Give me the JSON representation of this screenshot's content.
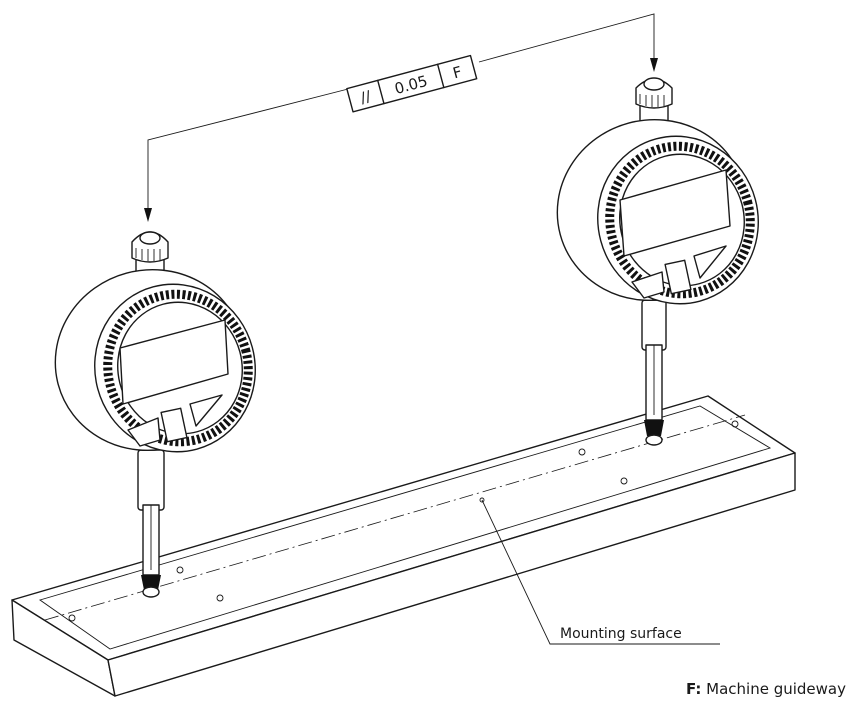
{
  "fcf": {
    "symbol": "//",
    "tolerance": "0.05",
    "datum": "F"
  },
  "callout": {
    "mounting_surface": "Mounting surface"
  },
  "legend": {
    "key": "F:",
    "text": " Machine guideway"
  },
  "icons": [
    "parallelism-symbol",
    "dial-indicator",
    "leader-arrow"
  ]
}
